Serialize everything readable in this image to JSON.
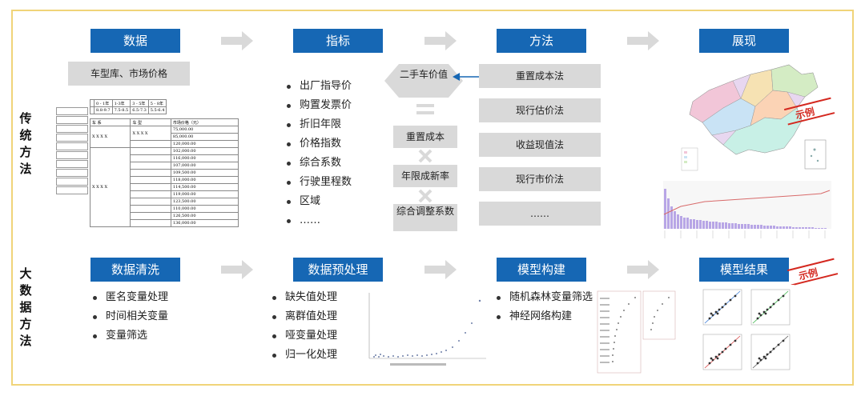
{
  "stage_headers": [
    "数据",
    "指标",
    "方法",
    "展现"
  ],
  "big_headers": [
    "数据清洗",
    "数据预处理",
    "模型构建",
    "模型结果"
  ],
  "side_labels": {
    "traditional": "传统方法",
    "bigdata": "大数据方法"
  },
  "data_source": "车型库、市场价格",
  "indicators": [
    "出厂指导价",
    "购置发票价",
    "折旧年限",
    "价格指数",
    "综合系数",
    "行驶里程数",
    "区域",
    "……"
  ],
  "formula": {
    "result": "二手车价值",
    "terms": [
      "重置成本",
      "年限成新率",
      "综合调整系数"
    ]
  },
  "methods": [
    "重置成本法",
    "现行估价法",
    "收益现值法",
    "现行市价法",
    "……"
  ],
  "stamp_label": "示例",
  "cleaning": [
    "匿名变量处理",
    "时间相关变量",
    "变量筛选"
  ],
  "preprocessing": [
    "缺失值处理",
    "离群值处理",
    "哑变量处理",
    "归一化处理"
  ],
  "modeling": [
    "随机森林变量筛选",
    "神经网络构建"
  ],
  "table_thumb": {
    "top_headers": [
      "0 - 1年",
      "1-3年",
      "3 - 5年",
      "5 - 8年"
    ],
    "top_values": [
      "8.8-9.7",
      "7.5-8.5",
      "6.5-7.3",
      "5.5-6.4"
    ],
    "col_headers": [
      "车 系",
      "车 型",
      "市场价格（元）"
    ],
    "series_label": "X X X X",
    "prices": [
      "75,000.00",
      "85,000.00",
      "120,000.00",
      "102,000.00",
      "116,000.00",
      "107,000.00",
      "109,500.00",
      "118,000.00",
      "114,500.00",
      "119,000.00",
      "123,500.00",
      "110,000.00",
      "126,500.00",
      "136,000.00"
    ]
  },
  "colors": {
    "header_blue": "#1667b4",
    "grey_box": "#d9d9d9",
    "arrow_grey": "#d9d9d9",
    "stamp_red": "#d4281f",
    "frame_gold": "#f0d479"
  }
}
